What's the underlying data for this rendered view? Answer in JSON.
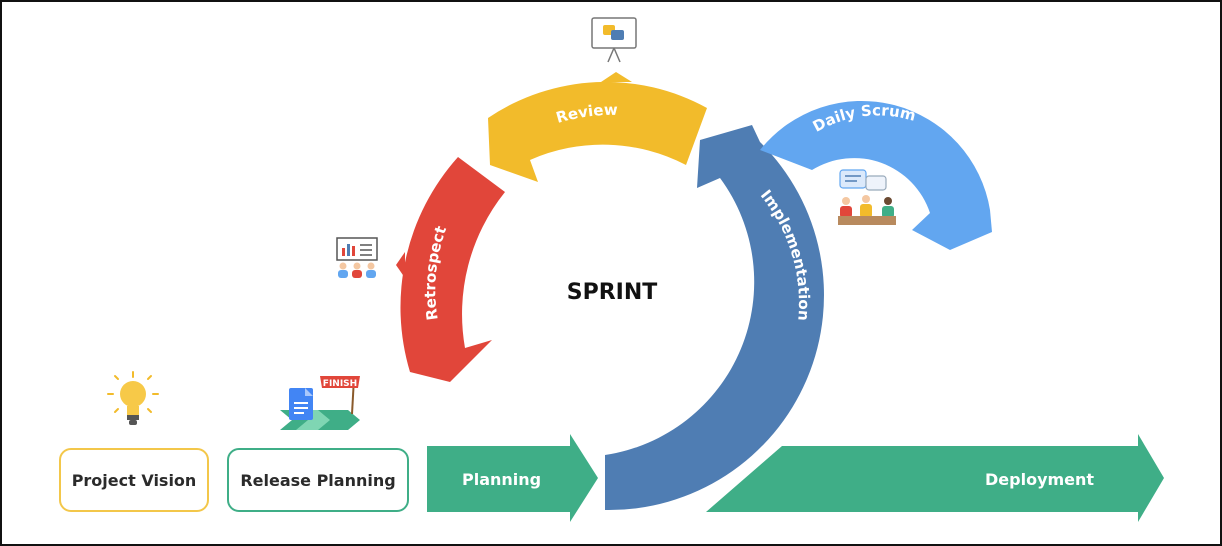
{
  "diagram": {
    "center_label": "SPRINT",
    "phases": {
      "review": "Review",
      "retrospect": "Retrospect",
      "implementation": "Implementation",
      "daily_scrum": "Daily Scrum",
      "planning": "Planning",
      "deployment": "Deployment"
    },
    "boxes": {
      "project_vision": "Project Vision",
      "release_planning": "Release Planning"
    },
    "finish_flag": "FINISH"
  },
  "colors": {
    "review": "#f2bb2b",
    "retrospect": "#e1463a",
    "implementation": "#4f7db3",
    "daily_scrum": "#62a6f0",
    "green": "#3fae87",
    "vision_border": "#f3c74a",
    "release_border": "#3fae87"
  },
  "icons": {
    "review": "presentation-board-icon",
    "retrospect": "team-meeting-icon",
    "daily_scrum": "discussion-team-icon",
    "vision": "lightbulb-icon",
    "release": "document-finish-flag-icon"
  }
}
